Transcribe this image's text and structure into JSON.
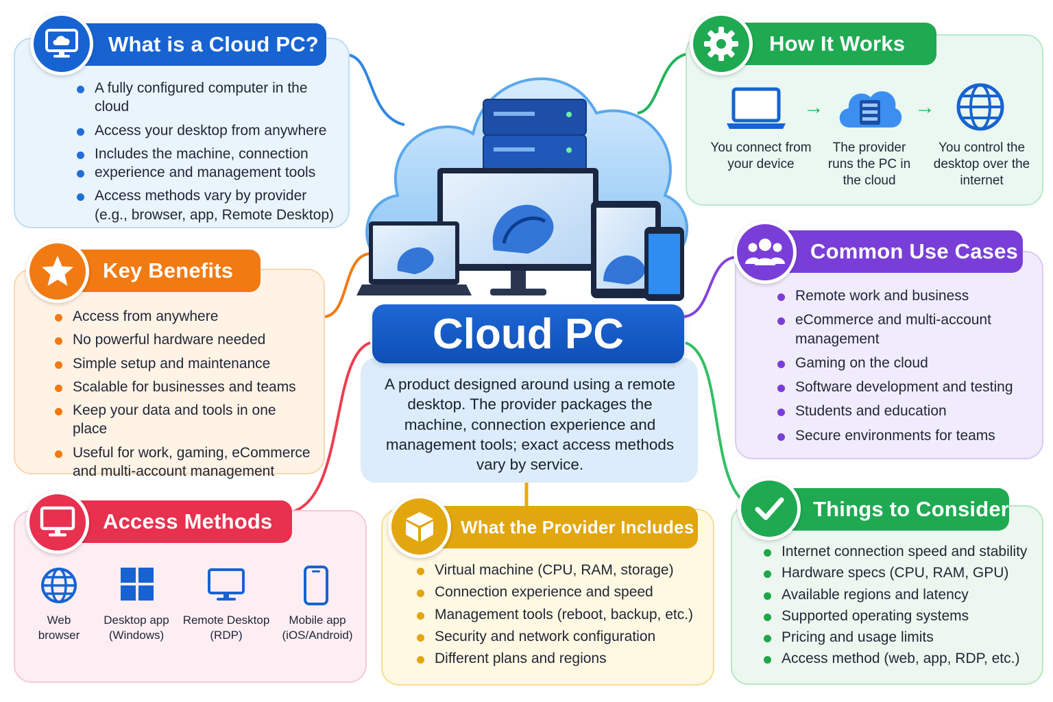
{
  "center": {
    "title": "Cloud PC",
    "description": "A product designed around using a remote desktop. The provider packages the machine, connection experience and management tools; exact access methods vary by service."
  },
  "what_is": {
    "title": "What is a Cloud PC?",
    "icon": "cloud-monitor-icon",
    "items": [
      "A fully configured computer in the cloud",
      "Access your desktop from anywhere",
      "Includes the machine, connection",
      "experience and management tools",
      "Access methods vary by provider (e.g., browser, app, Remote Desktop)"
    ]
  },
  "how_it_works": {
    "title": "How It Works",
    "icon": "gear-icon",
    "steps": [
      {
        "label": "You connect from your device",
        "icon": "laptop-icon"
      },
      {
        "label": "The provider runs the PC in the cloud",
        "icon": "cloud-server-icon"
      },
      {
        "label": "You control the desktop over the internet",
        "icon": "globe-icon"
      }
    ]
  },
  "key_benefits": {
    "title": "Key Benefits",
    "icon": "star-icon",
    "items": [
      "Access from anywhere",
      "No powerful hardware needed",
      "Simple setup and maintenance",
      "Scalable for businesses and teams",
      "Keep your data and tools in one place",
      "Useful for work, gaming, eCommerce and multi-account management"
    ]
  },
  "use_cases": {
    "title": "Common Use Cases",
    "icon": "users-icon",
    "items": [
      "Remote work and business",
      "eCommerce and multi-account management",
      "Gaming on the cloud",
      "Software development and testing",
      "Students and education",
      "Secure environments for teams"
    ]
  },
  "access_methods": {
    "title": "Access Methods",
    "icon": "monitor-icon",
    "methods": [
      {
        "label": "Web browser",
        "icon": "globe-icon"
      },
      {
        "label": "Desktop app (Windows)",
        "icon": "windows-icon"
      },
      {
        "label": "Remote Desktop (RDP)",
        "icon": "monitor-icon"
      },
      {
        "label": "Mobile app (iOS/Android)",
        "icon": "phone-icon"
      }
    ]
  },
  "provider_includes": {
    "title": "What the Provider Includes",
    "icon": "box-icon",
    "items": [
      "Virtual machine (CPU, RAM, storage)",
      "Connection experience and speed",
      "Management tools (reboot, backup, etc.)",
      "Security and network configuration",
      "Different plans and regions"
    ]
  },
  "consider": {
    "title": "Things to Consider",
    "icon": "check-icon",
    "items": [
      "Internet connection speed and stability",
      "Hardware specs (CPU, RAM, GPU)",
      "Available regions and latency",
      "Supported operating systems",
      "Pricing and usage limits",
      "Access method (web, app, RDP, etc.)"
    ]
  },
  "colors": {
    "blue": "#1763d1",
    "green": "#1faa52",
    "orange": "#f27a13",
    "purple": "#7a3ed8",
    "red": "#e8304f",
    "gold": "#e2a60f"
  }
}
